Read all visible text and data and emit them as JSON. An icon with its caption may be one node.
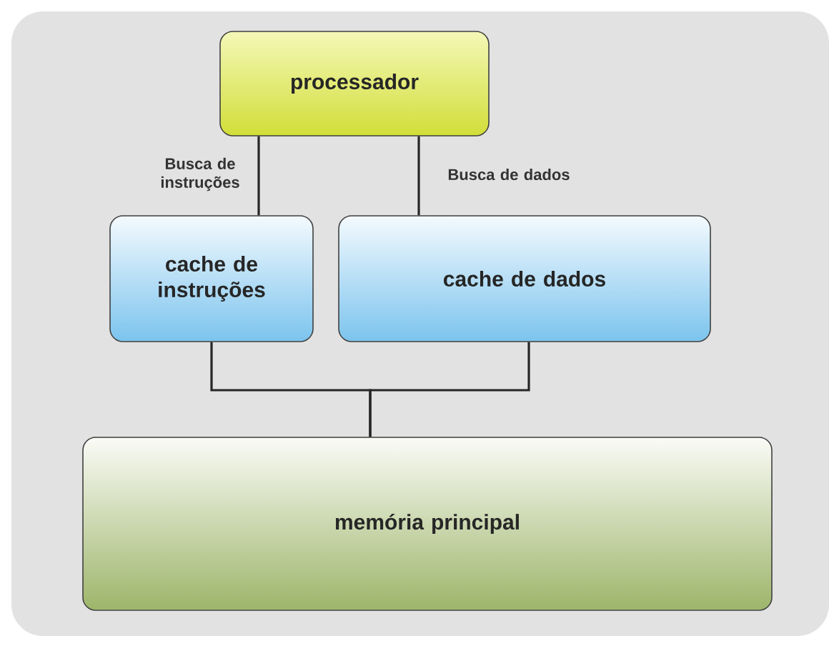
{
  "diagram": {
    "nodes": [
      {
        "text": [
          "processador"
        ]
      },
      {
        "text": [
          "cache de instruções"
        ]
      },
      {
        "text": [
          "cache de dados"
        ]
      },
      {
        "text": [
          "memória principal"
        ]
      }
    ],
    "edges": [
      {
        "from": 0,
        "to": 1,
        "arrow": "none",
        "label": "Busca de instruções"
      },
      {
        "from": 0,
        "to": 2,
        "arrow": "none",
        "label": "Busca de dados"
      },
      {
        "from": 1,
        "to": 3,
        "arrow": "none"
      },
      {
        "from": 2,
        "to": 3,
        "arrow": "none"
      }
    ]
  }
}
